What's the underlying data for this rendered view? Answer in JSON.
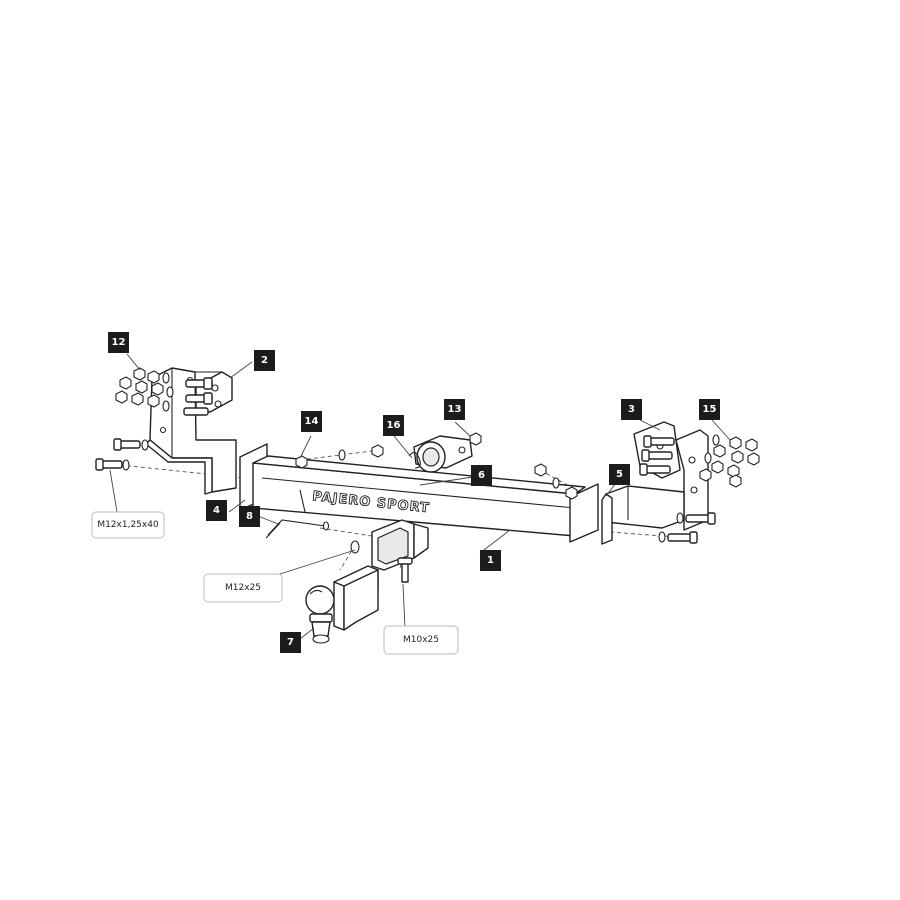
{
  "tags": {
    "t1": "1",
    "t2": "2",
    "t3": "3",
    "t4": "4",
    "t5": "5",
    "t6": "6",
    "t7": "7",
    "t8": "8",
    "t12": "12",
    "t13": "13",
    "t14": "14",
    "t15": "15",
    "t16": "16"
  },
  "callouts": {
    "bolt_m12x125x40": "M12x1,25x40",
    "bolt_m12x25": "M12x25",
    "bolt_m10x25": "M10x25"
  },
  "brand": "PAJERO SPORT"
}
